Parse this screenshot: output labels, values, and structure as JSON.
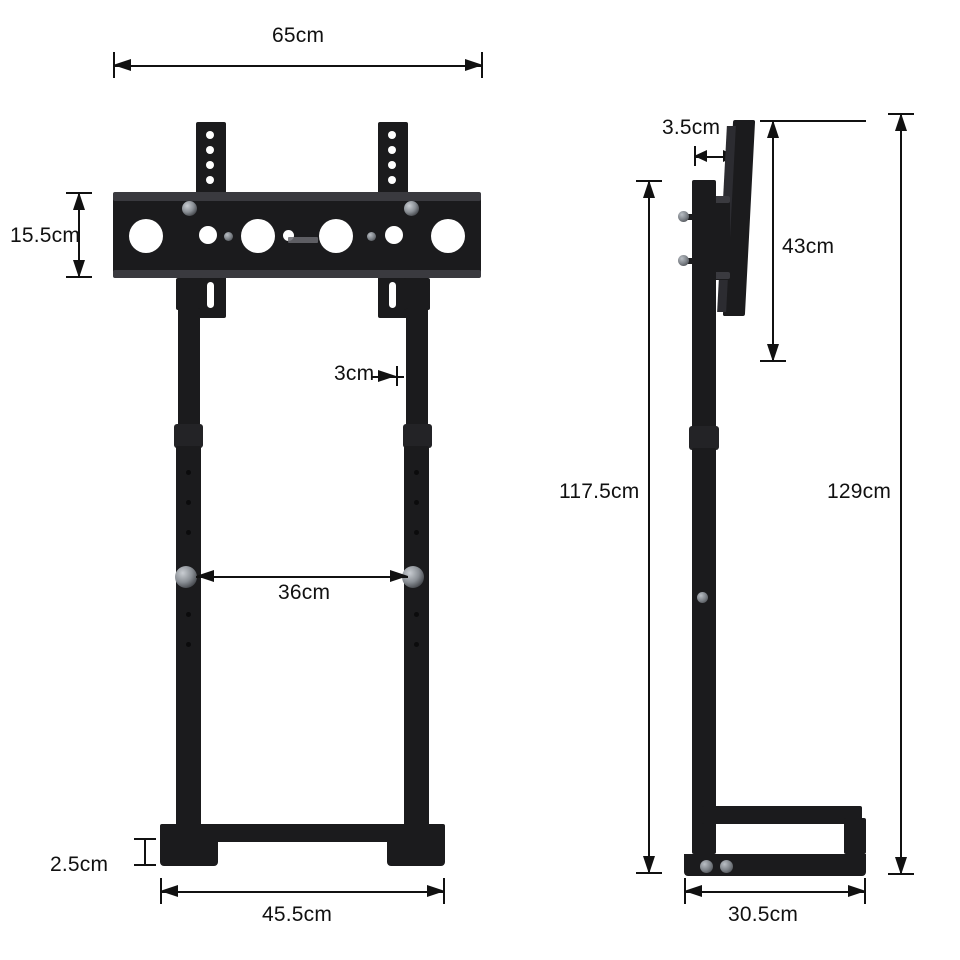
{
  "diagram": {
    "title": "TV floor stand dimension drawing",
    "units": "cm",
    "views": [
      {
        "name": "front-view",
        "label": ""
      },
      {
        "name": "side-view",
        "label": ""
      }
    ],
    "dimensions": {
      "front": {
        "top_width": "65cm",
        "bracket_height": "15.5cm",
        "post_gap": "3cm",
        "crossbar_span": "36cm",
        "base_height": "2.5cm",
        "base_width": "45.5cm"
      },
      "side": {
        "plate_depth": "3.5cm",
        "plate_height": "43cm",
        "post_height": "117.5cm",
        "total_height": "129cm",
        "base_depth": "30.5cm"
      }
    },
    "colors": {
      "metal": "#1b1b1d",
      "line": "#111111",
      "background": "#ffffff"
    }
  }
}
